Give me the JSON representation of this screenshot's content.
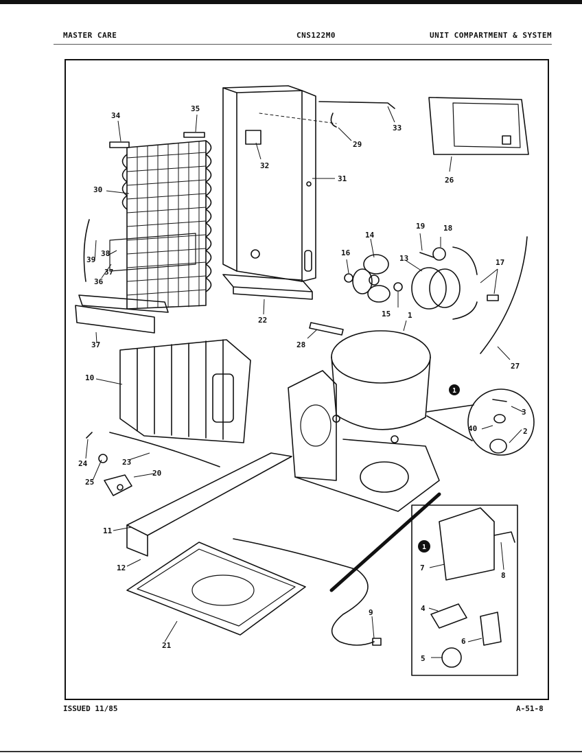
{
  "header": {
    "brand": "MASTER CARE",
    "model": "CNS122M0",
    "section": "UNIT COMPARTMENT & SYSTEM"
  },
  "footer": {
    "issued": "ISSUED 11/85",
    "page_code": "A-51-8"
  },
  "callout_marker": "1",
  "parts": [
    {
      "id": "p1",
      "label": "1"
    },
    {
      "id": "p2",
      "label": "2"
    },
    {
      "id": "p3",
      "label": "3"
    },
    {
      "id": "p4",
      "label": "4"
    },
    {
      "id": "p5",
      "label": "5"
    },
    {
      "id": "p6",
      "label": "6"
    },
    {
      "id": "p7",
      "label": "7"
    },
    {
      "id": "p8",
      "label": "8"
    },
    {
      "id": "p9",
      "label": "9"
    },
    {
      "id": "p10",
      "label": "10"
    },
    {
      "id": "p11",
      "label": "11"
    },
    {
      "id": "p12",
      "label": "12"
    },
    {
      "id": "p13",
      "label": "13"
    },
    {
      "id": "p14",
      "label": "14"
    },
    {
      "id": "p15",
      "label": "15"
    },
    {
      "id": "p16",
      "label": "16"
    },
    {
      "id": "p17",
      "label": "17"
    },
    {
      "id": "p18",
      "label": "18"
    },
    {
      "id": "p19",
      "label": "19"
    },
    {
      "id": "p20",
      "label": "20"
    },
    {
      "id": "p21",
      "label": "21"
    },
    {
      "id": "p22",
      "label": "22"
    },
    {
      "id": "p23",
      "label": "23"
    },
    {
      "id": "p24",
      "label": "24"
    },
    {
      "id": "p25",
      "label": "25"
    },
    {
      "id": "p26",
      "label": "26"
    },
    {
      "id": "p27",
      "label": "27"
    },
    {
      "id": "p28",
      "label": "28"
    },
    {
      "id": "p29",
      "label": "29"
    },
    {
      "id": "p30",
      "label": "30"
    },
    {
      "id": "p31",
      "label": "31"
    },
    {
      "id": "p32",
      "label": "32"
    },
    {
      "id": "p33",
      "label": "33"
    },
    {
      "id": "p34",
      "label": "34"
    },
    {
      "id": "p35",
      "label": "35"
    },
    {
      "id": "p36",
      "label": "36"
    },
    {
      "id": "p37a",
      "label": "37"
    },
    {
      "id": "p37b",
      "label": "37"
    },
    {
      "id": "p38",
      "label": "38"
    },
    {
      "id": "p39",
      "label": "39"
    },
    {
      "id": "p40",
      "label": "40"
    }
  ]
}
